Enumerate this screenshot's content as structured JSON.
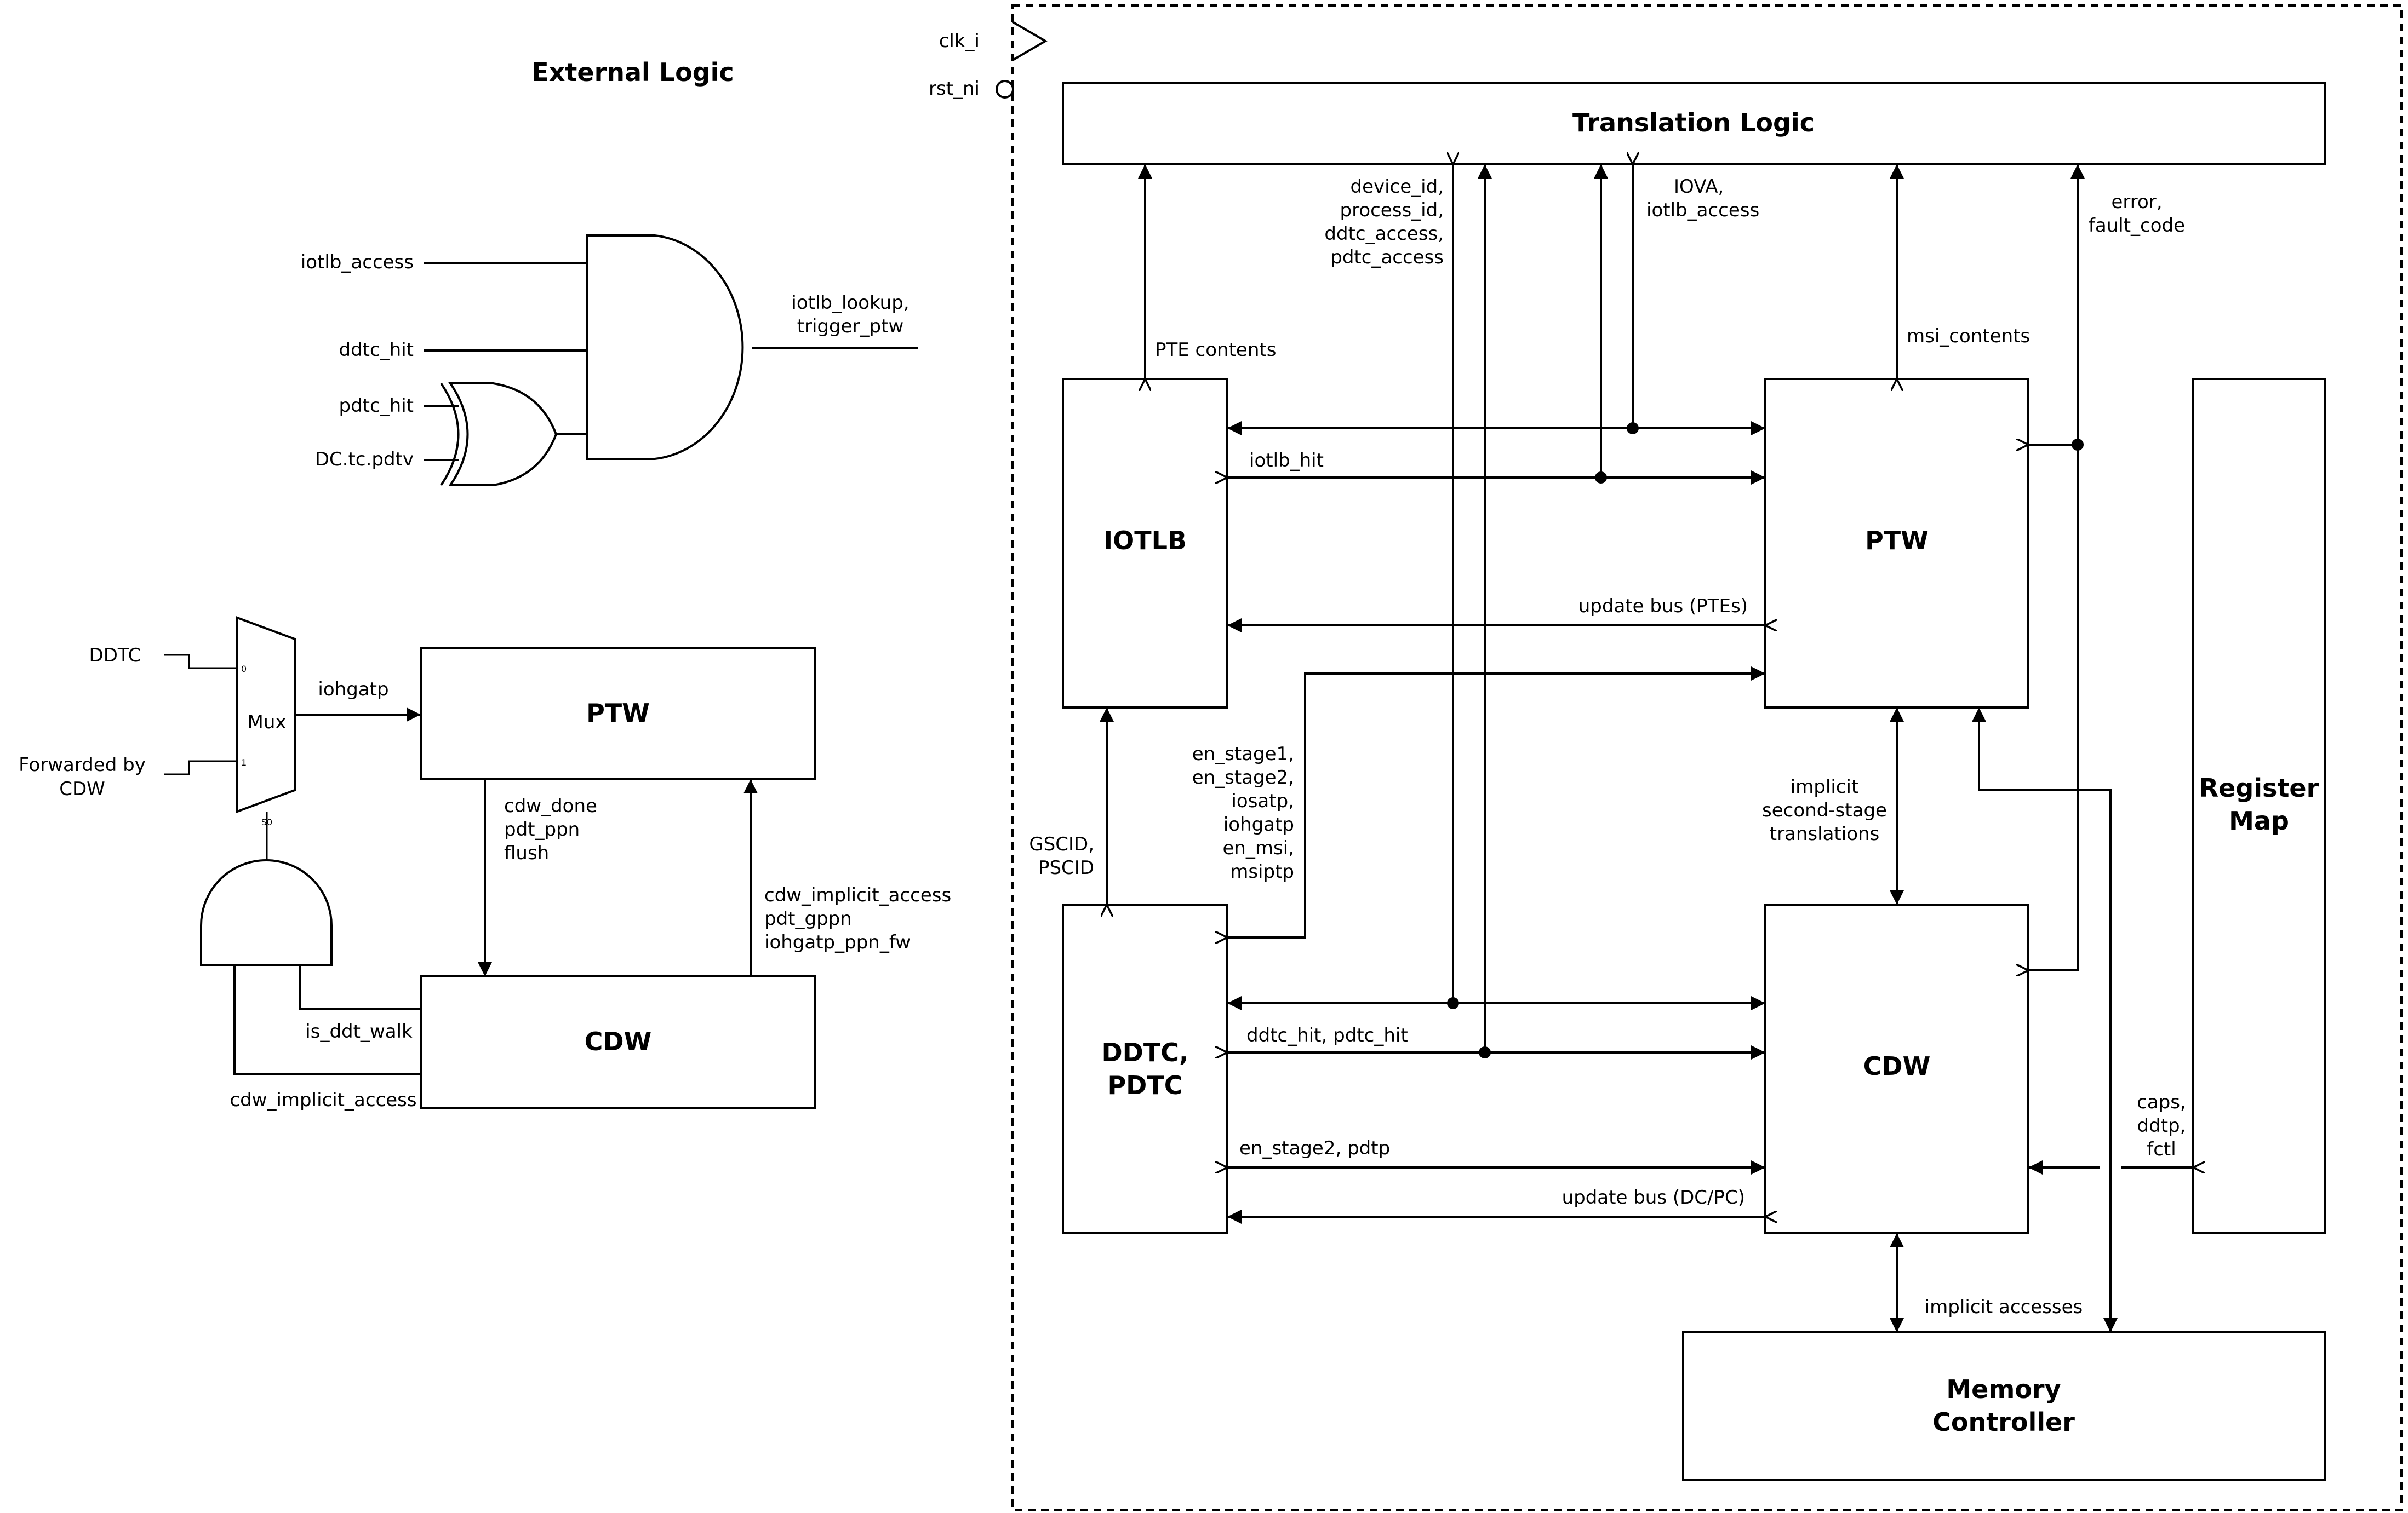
{
  "external_logic": {
    "title": "External Logic",
    "gate_inputs": [
      "iotlb_access",
      "ddtc_hit",
      "pdtc_hit",
      "DC.tc.pdtv"
    ],
    "gate_output": [
      "iotlb_lookup,",
      "trigger_ptw"
    ],
    "mux_label": "Mux",
    "mux_pin0": "0",
    "mux_pin1": "1",
    "mux_sel": "S0",
    "mux_in0": "DDTC",
    "mux_in1": [
      "Forwarded by",
      "CDW"
    ],
    "mux_out": "iohgatp",
    "ptw_label": "PTW",
    "cdw_label": "CDW",
    "ptw_to_cdw": [
      "cdw_done",
      "pdt_ppn",
      "flush"
    ],
    "cdw_to_ptw": [
      "cdw_implicit_access",
      "pdt_gppn",
      "iohgatp_ppn_fw"
    ],
    "is_ddt_walk": "is_ddt_walk",
    "cdw_implicit_access": "cdw_implicit_access"
  },
  "clock": {
    "clk": "clk_i",
    "rst": "rst_ni"
  },
  "main": {
    "translation_logic": "Translation Logic",
    "iotlb": "IOTLB",
    "ptw": "PTW",
    "ddtc": [
      "DDTC,",
      "PDTC"
    ],
    "cdw": "CDW",
    "register_map": [
      "Register",
      "Map"
    ],
    "memory_controller": [
      "Memory",
      "Controller"
    ],
    "sig_device": [
      "device_id,",
      "process_id,",
      "ddtc_access,",
      "pdtc_access"
    ],
    "sig_iova": [
      "IOVA,",
      "iotlb_access"
    ],
    "sig_error": [
      "error,",
      "fault_code"
    ],
    "sig_pte": "PTE contents",
    "sig_msi": "msi_contents",
    "sig_iotlb_hit": "iotlb_hit",
    "sig_update_ptes": "update bus (PTEs)",
    "sig_en_stage": [
      "en_stage1,",
      "en_stage2,",
      "iosatp,",
      "iohgatp",
      "en_msi,",
      "msiptp"
    ],
    "sig_gscid": [
      "GSCID,",
      "PSCID"
    ],
    "sig_implicit": [
      "implicit",
      "second-stage",
      "translations"
    ],
    "sig_ddtc_hit": "ddtc_hit, pdtc_hit",
    "sig_en_stage2": "en_stage2, pdtp",
    "sig_update_dcpc": "update bus (DC/PC)",
    "sig_caps": [
      "caps,",
      "ddtp,",
      "fctl"
    ],
    "sig_implicit_acc": "implicit accesses"
  }
}
